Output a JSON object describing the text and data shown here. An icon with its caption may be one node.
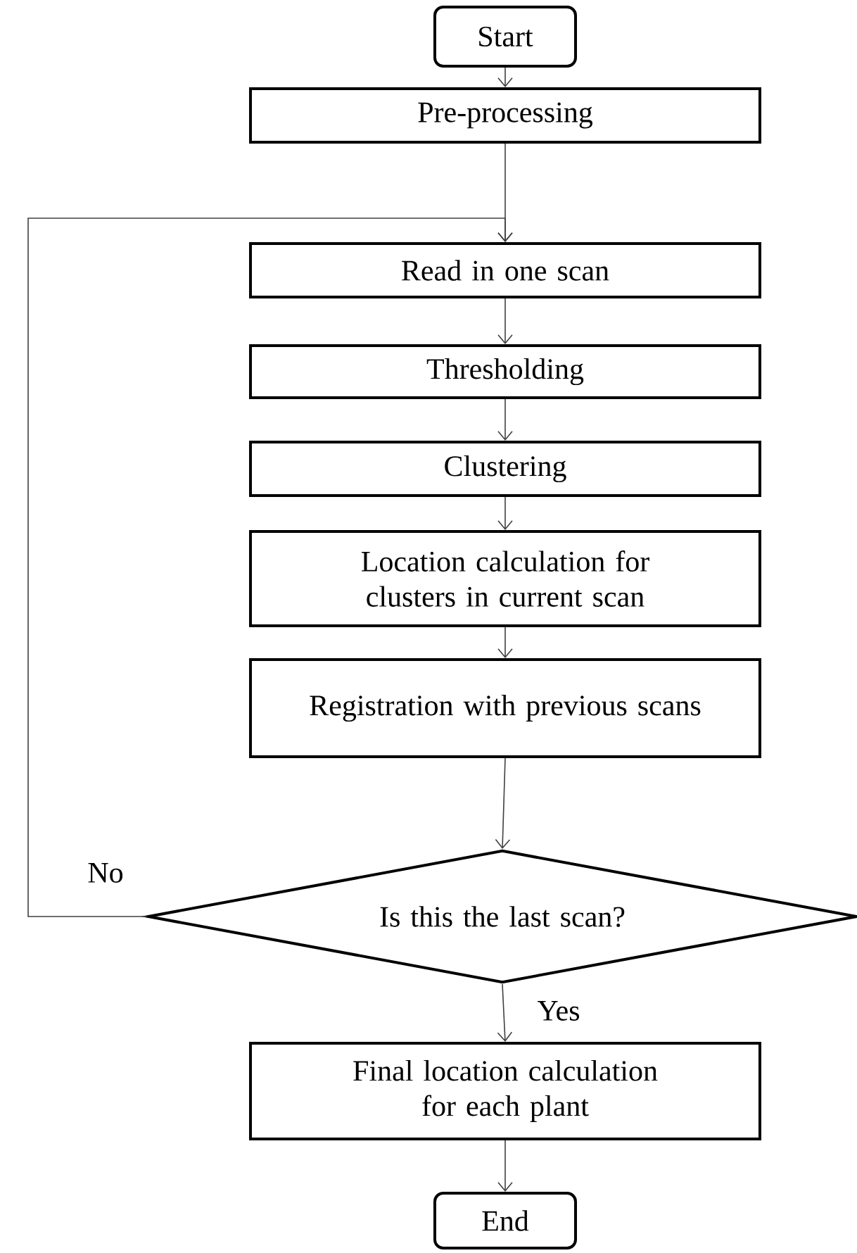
{
  "diagram": {
    "nodes": [
      {
        "text": [
          "Start"
        ]
      },
      {
        "text": [
          "Pre-processing"
        ]
      },
      {
        "text": [
          "Read in one scan"
        ]
      },
      {
        "text": [
          "Thresholding"
        ]
      },
      {
        "text": [
          "Clustering"
        ]
      },
      {
        "text": [
          "Location calculation for clusters in current scan"
        ]
      },
      {
        "text": [
          "Registration with previous scans"
        ]
      },
      {
        "text": [
          "Is this the last scan?"
        ]
      },
      {
        "text": [
          "Final location calculation for each plant"
        ]
      },
      {
        "text": [
          "End"
        ]
      }
    ],
    "edges": [
      {
        "from": 0,
        "to": 1,
        "arrow": "to"
      },
      {
        "from": 1,
        "to": 2,
        "arrow": "to"
      },
      {
        "from": 2,
        "to": 3,
        "arrow": "to"
      },
      {
        "from": 3,
        "to": 4,
        "arrow": "to"
      },
      {
        "from": 4,
        "to": 5,
        "arrow": "to"
      },
      {
        "from": 5,
        "to": 6,
        "arrow": "to"
      },
      {
        "from": 6,
        "to": 7,
        "arrow": "to"
      },
      {
        "from": 7,
        "to": 8,
        "arrow": "to",
        "label": "Yes"
      },
      {
        "from": 7,
        "to": 2,
        "arrow": "to",
        "label": "No"
      },
      {
        "from": 8,
        "to": 9,
        "arrow": "to"
      }
    ]
  }
}
